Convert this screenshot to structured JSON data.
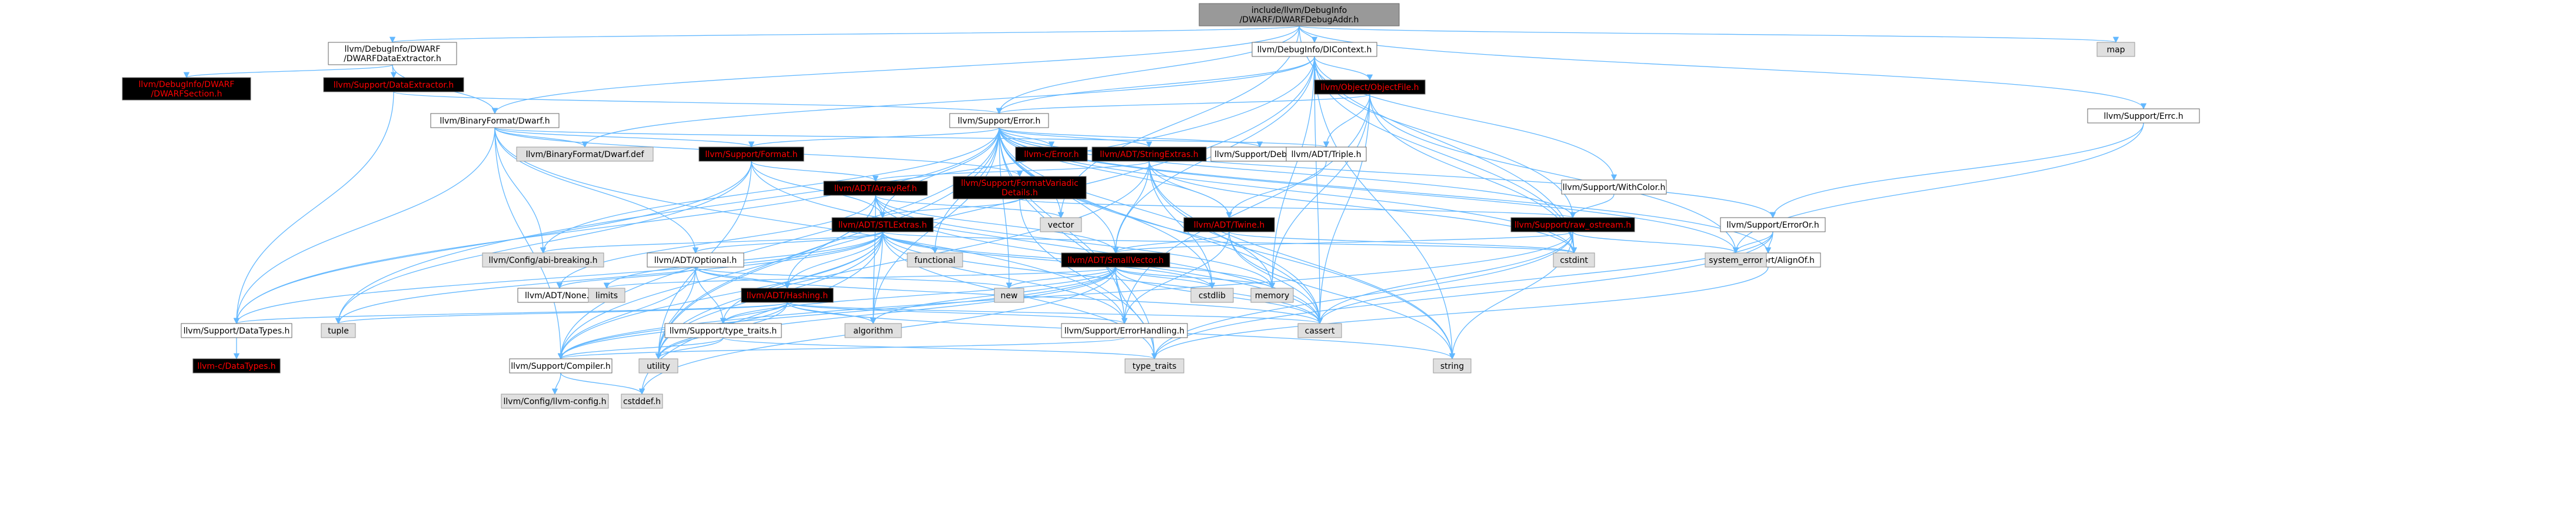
{
  "colors": {
    "edge": "#63b8ff",
    "root_fill": "#999999",
    "system_fill": "#e0e0e0",
    "red_text": "#ff0000",
    "node_border": "#666666"
  },
  "nodes": [
    {
      "id": "root",
      "lines": [
        "include/llvm/DebugInfo",
        "/DWARF/DWARFDebugAddr.h"
      ],
      "style": "root"
    },
    {
      "id": "dwarfextractor",
      "lines": [
        "llvm/DebugInfo/DWARF",
        "/DWARFDataExtractor.h"
      ],
      "style": "plain"
    },
    {
      "id": "dwarfsection",
      "lines": [
        "llvm/DebugInfo/DWARF",
        "/DWARFSection.h"
      ],
      "style": "red"
    },
    {
      "id": "dataextractor",
      "lines": [
        "llvm/Support/DataExtractor.h"
      ],
      "style": "red"
    },
    {
      "id": "bfdwarf",
      "lines": [
        "llvm/BinaryFormat/Dwarf.h"
      ],
      "style": "plain"
    },
    {
      "id": "bfdwarfdef",
      "lines": [
        "llvm/BinaryFormat/Dwarf.def"
      ],
      "style": "gray"
    },
    {
      "id": "dicontext",
      "lines": [
        "llvm/DebugInfo/DIContext.h"
      ],
      "style": "plain"
    },
    {
      "id": "objectfile",
      "lines": [
        "llvm/Object/ObjectFile.h"
      ],
      "style": "red"
    },
    {
      "id": "error",
      "lines": [
        "llvm/Support/Error.h"
      ],
      "style": "plain"
    },
    {
      "id": "errc",
      "lines": [
        "llvm/Support/Errc.h"
      ],
      "style": "plain"
    },
    {
      "id": "map",
      "lines": [
        "map"
      ],
      "style": "gray"
    },
    {
      "id": "cerror",
      "lines": [
        "llvm-c/Error.h"
      ],
      "style": "red"
    },
    {
      "id": "debug",
      "lines": [
        "llvm/Support/Debug.h"
      ],
      "style": "plain"
    },
    {
      "id": "stringextras",
      "lines": [
        "llvm/ADT/StringExtras.h"
      ],
      "style": "red"
    },
    {
      "id": "triple",
      "lines": [
        "llvm/ADT/Triple.h"
      ],
      "style": "plain"
    },
    {
      "id": "withcolor",
      "lines": [
        "llvm/Support/WithColor.h"
      ],
      "style": "plain"
    },
    {
      "id": "format",
      "lines": [
        "llvm/Support/Format.h"
      ],
      "style": "red"
    },
    {
      "id": "formatvariadic",
      "lines": [
        "llvm/Support/FormatVariadic",
        "Details.h"
      ],
      "style": "red"
    },
    {
      "id": "arrayref",
      "lines": [
        "llvm/ADT/ArrayRef.h"
      ],
      "style": "red"
    },
    {
      "id": "twine",
      "lines": [
        "llvm/ADT/Twine.h"
      ],
      "style": "red"
    },
    {
      "id": "rawostream",
      "lines": [
        "llvm/Support/raw_ostream.h"
      ],
      "style": "red"
    },
    {
      "id": "erroror",
      "lines": [
        "llvm/Support/ErrorOr.h"
      ],
      "style": "plain"
    },
    {
      "id": "alignof",
      "lines": [
        "llvm/Support/AlignOf.h"
      ],
      "style": "plain"
    },
    {
      "id": "stlextras",
      "lines": [
        "llvm/ADT/STLExtras.h"
      ],
      "style": "red"
    },
    {
      "id": "smallvector",
      "lines": [
        "llvm/ADT/SmallVector.h"
      ],
      "style": "red"
    },
    {
      "id": "optional",
      "lines": [
        "llvm/ADT/Optional.h"
      ],
      "style": "plain"
    },
    {
      "id": "hashing",
      "lines": [
        "llvm/ADT/Hashing.h"
      ],
      "style": "red"
    },
    {
      "id": "none",
      "lines": [
        "llvm/ADT/None.h"
      ],
      "style": "plain"
    },
    {
      "id": "abibreaking",
      "lines": [
        "llvm/Config/abi-breaking.h"
      ],
      "style": "gray"
    },
    {
      "id": "functional",
      "lines": [
        "functional"
      ],
      "style": "gray"
    },
    {
      "id": "vector",
      "lines": [
        "vector"
      ],
      "style": "gray"
    },
    {
      "id": "cstdint",
      "lines": [
        "cstdint"
      ],
      "style": "gray"
    },
    {
      "id": "systemerror",
      "lines": [
        "system_error"
      ],
      "style": "gray"
    },
    {
      "id": "cstdlib",
      "lines": [
        "cstdlib"
      ],
      "style": "gray"
    },
    {
      "id": "memory",
      "lines": [
        "memory"
      ],
      "style": "gray"
    },
    {
      "id": "new",
      "lines": [
        "new"
      ],
      "style": "gray"
    },
    {
      "id": "limits",
      "lines": [
        "limits"
      ],
      "style": "gray"
    },
    {
      "id": "algorithm",
      "lines": [
        "algorithm"
      ],
      "style": "gray"
    },
    {
      "id": "cassert",
      "lines": [
        "cassert"
      ],
      "style": "gray"
    },
    {
      "id": "tuple",
      "lines": [
        "tuple"
      ],
      "style": "gray"
    },
    {
      "id": "utility",
      "lines": [
        "utility"
      ],
      "style": "gray"
    },
    {
      "id": "typetraits",
      "lines": [
        "type_traits"
      ],
      "style": "gray"
    },
    {
      "id": "string",
      "lines": [
        "string"
      ],
      "style": "gray"
    },
    {
      "id": "datatypes",
      "lines": [
        "llvm/Support/DataTypes.h"
      ],
      "style": "plain"
    },
    {
      "id": "cdatatypes",
      "lines": [
        "llvm-c/DataTypes.h"
      ],
      "style": "red"
    },
    {
      "id": "supporttypetraits",
      "lines": [
        "llvm/Support/type_traits.h"
      ],
      "style": "plain"
    },
    {
      "id": "errorhandling",
      "lines": [
        "llvm/Support/ErrorHandling.h"
      ],
      "style": "plain"
    },
    {
      "id": "compiler",
      "lines": [
        "llvm/Support/Compiler.h"
      ],
      "style": "plain"
    },
    {
      "id": "llvmconfig",
      "lines": [
        "llvm/Config/llvm-config.h"
      ],
      "style": "gray"
    },
    {
      "id": "cstddef",
      "lines": [
        "cstddef.h"
      ],
      "style": "gray"
    }
  ]
}
